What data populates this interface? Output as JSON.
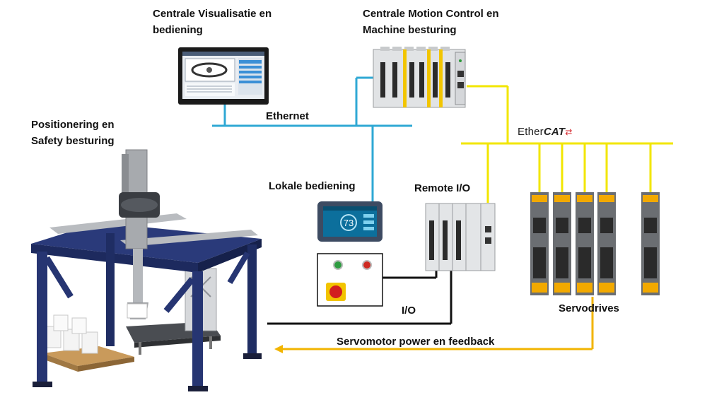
{
  "labels": {
    "visualisation_line1": "Centrale Visualisatie en",
    "visualisation_line2": "bediening",
    "motion_line1": "Centrale Motion Control en",
    "motion_line2": "Machine besturing",
    "positioning_line1": "Positionering en",
    "positioning_line2": "Safety besturing",
    "ethernet": "Ethernet",
    "local_control": "Lokale bediening",
    "remote_io": "Remote I/O",
    "io": "I/O",
    "servodrives": "Servodrives",
    "servomotor": "Servomotor power en feedback"
  },
  "ethercat_logo": {
    "prefix": "Ether",
    "suffix": "CAT"
  },
  "hmi_display": {
    "value": "73"
  },
  "colors": {
    "ethernet_line": "#2fa8d4",
    "ethercat_line": "#f2e600",
    "servo_line": "#f2b400",
    "io_line": "#111111",
    "frame_blue": "#23306b"
  }
}
